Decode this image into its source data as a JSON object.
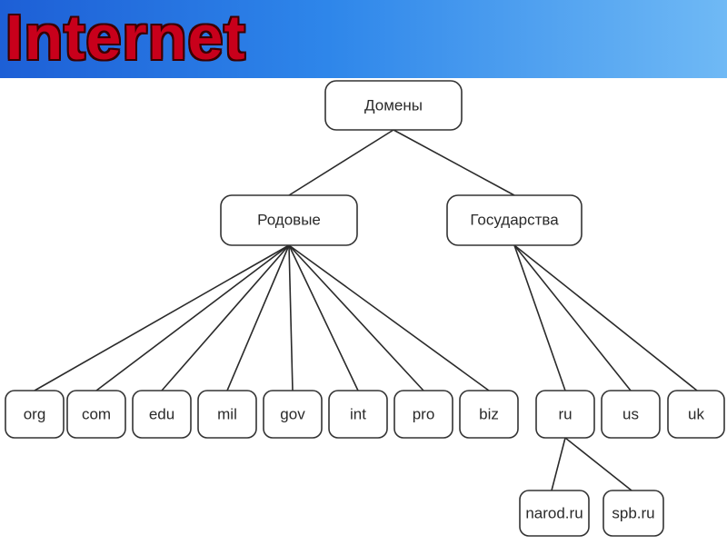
{
  "header": {
    "title": "Internet"
  },
  "diagram": {
    "root": "Домены",
    "groups": [
      {
        "label": "Родовые",
        "children": [
          "org",
          "com",
          "edu",
          "mil",
          "gov",
          "int",
          "pro",
          "biz"
        ]
      },
      {
        "label": "Государства",
        "children": [
          "ru",
          "us",
          "uk"
        ]
      }
    ],
    "subdomains": {
      "parent": "ru",
      "children": [
        "narod.ru",
        "spb.ru"
      ]
    }
  }
}
